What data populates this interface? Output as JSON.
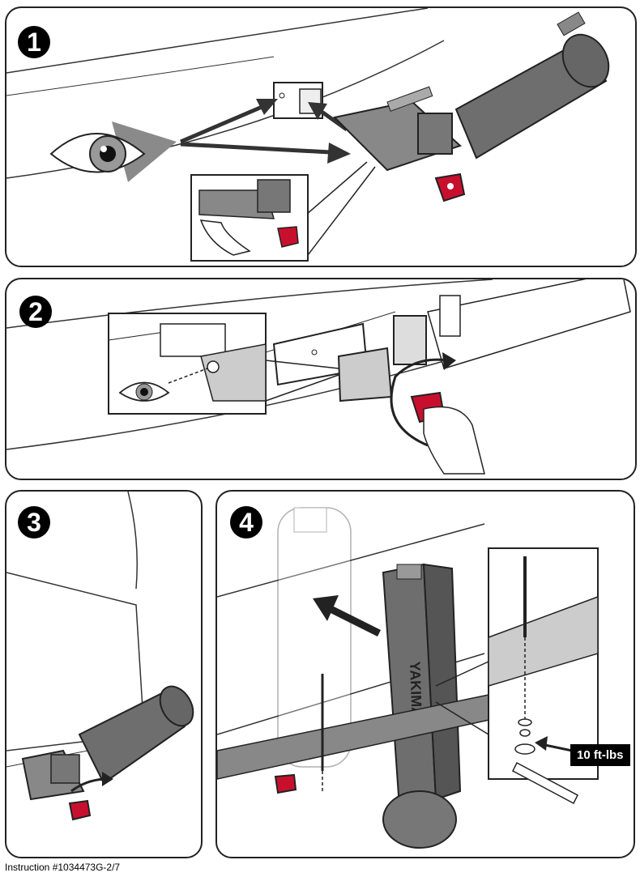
{
  "steps": [
    {
      "number": "1"
    },
    {
      "number": "2"
    },
    {
      "number": "3"
    },
    {
      "number": "4"
    }
  ],
  "torque_label": "10 ft-lbs",
  "brand_mark": "YAKIMA",
  "footer": "Instruction #1034473G-2/7",
  "colors": {
    "outline": "#222222",
    "rack_gray": "#6e6e6e",
    "rack_light": "#9a9a9a",
    "knob_red": "#c8102e"
  }
}
